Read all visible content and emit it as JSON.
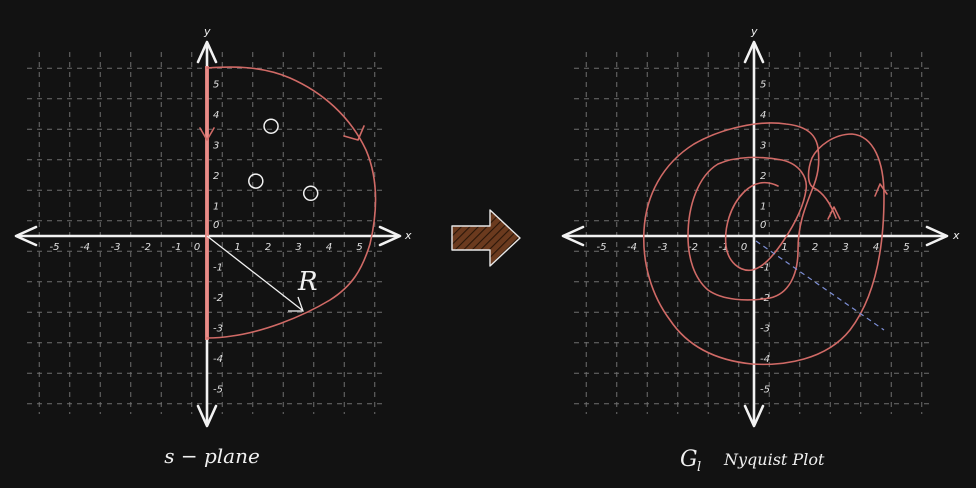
{
  "left_panel": {
    "x_axis_label": "x",
    "y_axis_label": "y",
    "x_ticks": [
      "-5",
      "-4",
      "-3",
      "-2",
      "-1",
      "0",
      "1",
      "2",
      "3",
      "4",
      "5"
    ],
    "y_ticks": [
      "5",
      "4",
      "3",
      "2",
      "1",
      "0",
      "-1",
      "-2",
      "-3",
      "-4",
      "-5"
    ],
    "radius_label": "R",
    "caption": "s − plane",
    "poles": [
      {
        "x": 2.1,
        "y": 3.6
      },
      {
        "x": 1.6,
        "y": 1.8
      },
      {
        "x": 3.4,
        "y": 1.4
      }
    ]
  },
  "right_panel": {
    "x_axis_label": "x",
    "y_axis_label": "y",
    "x_ticks": [
      "-5",
      "-4",
      "-3",
      "-2",
      "-1",
      "0",
      "1",
      "2",
      "3",
      "4",
      "5"
    ],
    "y_ticks": [
      "5",
      "4",
      "3",
      "2",
      "1",
      "0",
      "-1",
      "-2",
      "-3",
      "-4",
      "-5"
    ],
    "caption_symbol": "G",
    "caption_subscript": "l",
    "caption_text": "Nyquist Plot"
  },
  "colors": {
    "background": "#121212",
    "grid": "#6e6e6e",
    "axis": "#f2f2f2",
    "contour": "#d06a66",
    "imag_axis_highlight": "#e8837e",
    "arrow_fill": "#6b3a1e",
    "dashed_line": "#7d8fd6"
  }
}
